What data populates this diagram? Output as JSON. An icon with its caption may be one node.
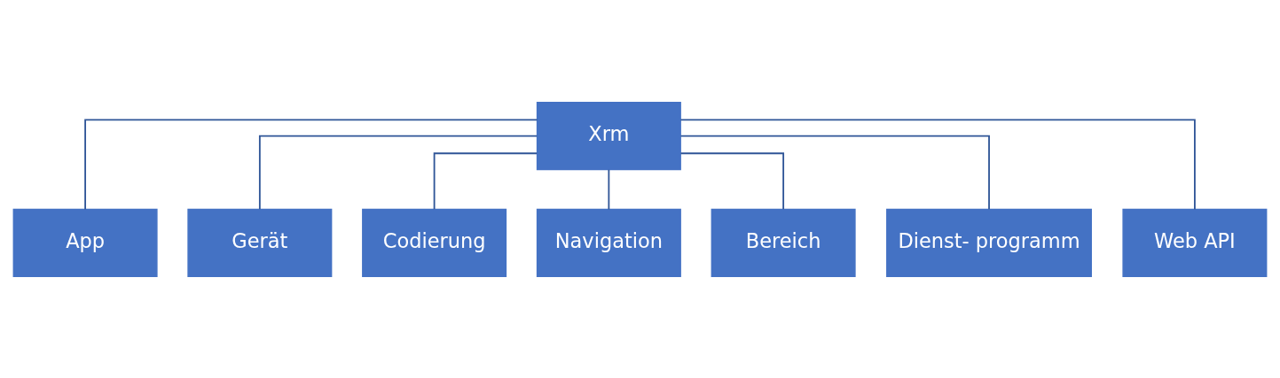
{
  "diagram": {
    "nodes": [
      {
        "text": [
          "Xrm"
        ]
      },
      {
        "text": [
          "App"
        ]
      },
      {
        "text": [
          "Gerät"
        ]
      },
      {
        "text": [
          "Codierung"
        ]
      },
      {
        "text": [
          "Navigation"
        ]
      },
      {
        "text": [
          "Bereich"
        ]
      },
      {
        "text": [
          "Dienst- programm"
        ]
      },
      {
        "text": [
          "Web API"
        ]
      }
    ],
    "edges": [
      {
        "from": 0,
        "to": 1,
        "arrow": "none"
      },
      {
        "from": 0,
        "to": 2,
        "arrow": "none"
      },
      {
        "from": 0,
        "to": 3,
        "arrow": "none"
      },
      {
        "from": 0,
        "to": 4,
        "arrow": "none"
      },
      {
        "from": 0,
        "to": 5,
        "arrow": "none"
      },
      {
        "from": 0,
        "to": 6,
        "arrow": "none"
      },
      {
        "from": 0,
        "to": 7,
        "arrow": "none"
      }
    ]
  }
}
